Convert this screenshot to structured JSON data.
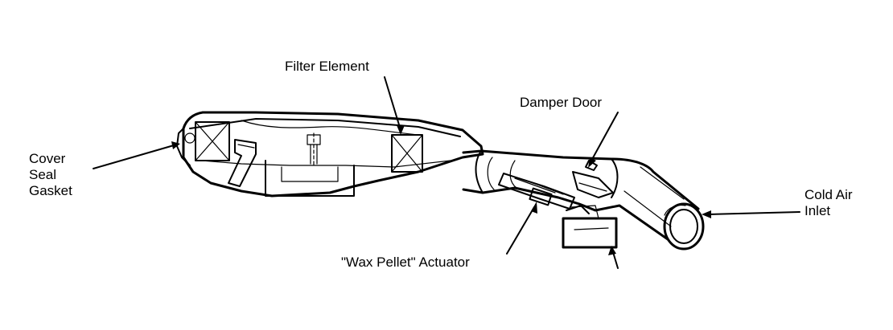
{
  "labels": {
    "filter_element": "Filter Element",
    "damper_door": "Damper Door",
    "cover_line1": "Cover",
    "cover_line2": "Seal",
    "cover_line3": "Gasket",
    "cold_air_line1": "Cold Air",
    "cold_air_line2": "Inlet",
    "wax_pellet_actuator": "\"Wax Pellet\" Actuator"
  }
}
